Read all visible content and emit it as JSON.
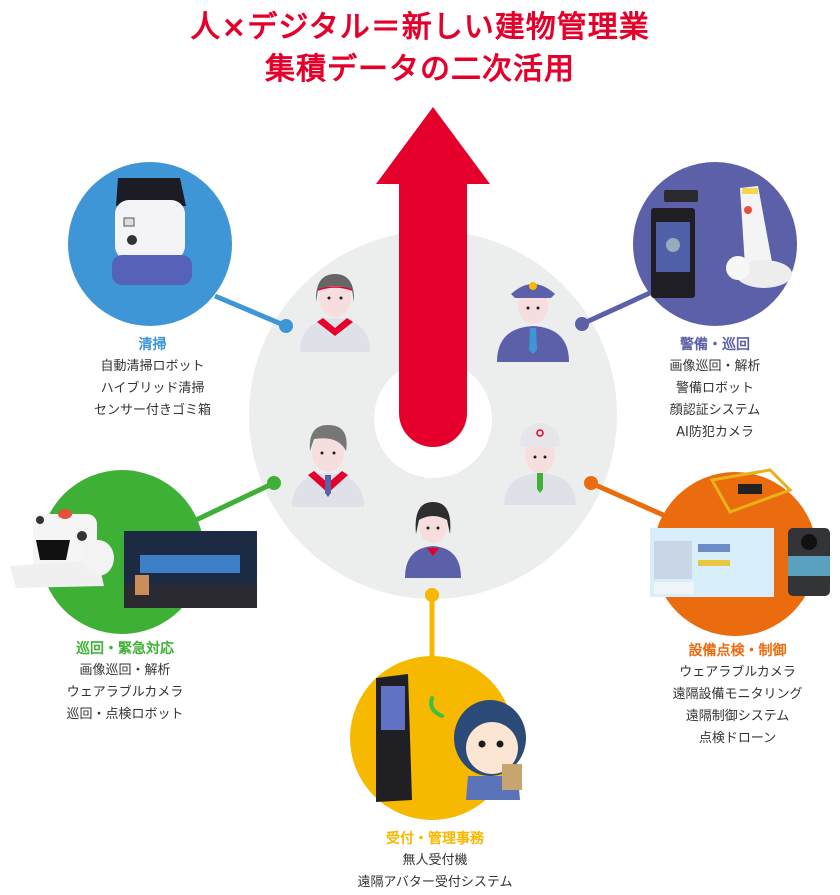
{
  "title": {
    "line1": "人×デジタル＝新しい建物管理業",
    "line2": "集積データの二次活用"
  },
  "colors": {
    "accent_red": "#e4002b",
    "ring_gray": "#eceeee",
    "cleaning": "#3f96d6",
    "security": "#5b60a8",
    "patrol": "#3db035",
    "facility": "#ea6c0e",
    "reception": "#f7b800"
  },
  "center": {
    "arrow_icon": "up-arrow",
    "staff_icons": [
      "cleaning-staff-avatar",
      "security-guard-avatar",
      "operator-headset-avatar",
      "engineer-helmet-avatar",
      "receptionist-avatar"
    ]
  },
  "categories": [
    {
      "id": "cleaning",
      "heading": "清掃",
      "image": "cleaning-robot-photo",
      "items": [
        "自動清掃ロボット",
        "ハイブリッド清掃",
        "センサー付きゴミ箱"
      ]
    },
    {
      "id": "security",
      "heading": "警備・巡回",
      "image": "face-recognition-terminal-and-security-robot-photo",
      "items": [
        "画像巡回・解析",
        "警備ロボット",
        "顔認証システム",
        "AI防犯カメラ"
      ]
    },
    {
      "id": "patrol",
      "heading": "巡回・緊急対応",
      "image": "patrol-robot-and-control-room-photo",
      "items": [
        "画像巡回・解析",
        "ウェアラブルカメラ",
        "巡回・点検ロボット"
      ]
    },
    {
      "id": "facility",
      "heading": "設備点検・制御",
      "image": "drone-dashboard-wearable-camera-photo",
      "items": [
        "ウェアラブルカメラ",
        "遠隔設備モニタリング",
        "遠隔制御システム",
        "点検ドローン"
      ]
    },
    {
      "id": "reception",
      "heading": "受付・管理事務",
      "image": "reception-kiosk-and-avatar-operator-illustration",
      "items": [
        "無人受付機",
        "遠隔アバター受付システム"
      ]
    }
  ]
}
